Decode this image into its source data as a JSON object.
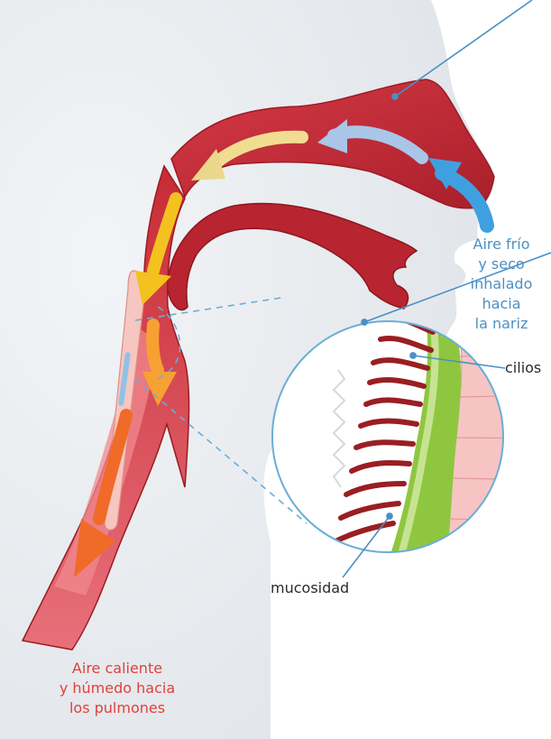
{
  "labels": {
    "cold_air": [
      "Aire frío",
      "y seco",
      "inhalado",
      "hacia",
      "la nariz"
    ],
    "warm_air": [
      "Aire caliente",
      "y húmedo hacia",
      "los pulmones"
    ],
    "cilia": "cilios",
    "mucus": "mucosidad"
  },
  "colors": {
    "tissue_red": "#c72b35",
    "tissue_light": "#e04455",
    "face_gray": "#e4e7eb",
    "cold_blue": "#3fa0e0",
    "warm_orange": "#f06a28",
    "warm_yellow": "#f3c21f",
    "mucus_green": "#8fc63f",
    "cilia_red": "#9a1e22",
    "zoom_outline": "#6aaed6"
  }
}
